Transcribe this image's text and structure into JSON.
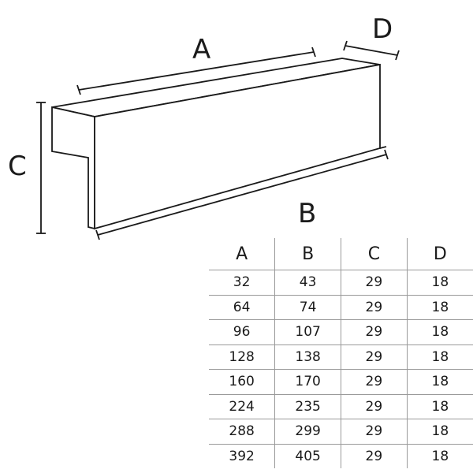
{
  "diagram": {
    "label_a": "A",
    "label_b": "B",
    "label_c": "C",
    "label_d": "D"
  },
  "table": {
    "headers": [
      "A",
      "B",
      "C",
      "D"
    ],
    "rows": [
      [
        "32",
        "43",
        "29",
        "18"
      ],
      [
        "64",
        "74",
        "29",
        "18"
      ],
      [
        "96",
        "107",
        "29",
        "18"
      ],
      [
        "128",
        "138",
        "29",
        "18"
      ],
      [
        "160",
        "170",
        "29",
        "18"
      ],
      [
        "224",
        "235",
        "29",
        "18"
      ],
      [
        "288",
        "299",
        "29",
        "18"
      ],
      [
        "392",
        "405",
        "29",
        "18"
      ]
    ]
  }
}
